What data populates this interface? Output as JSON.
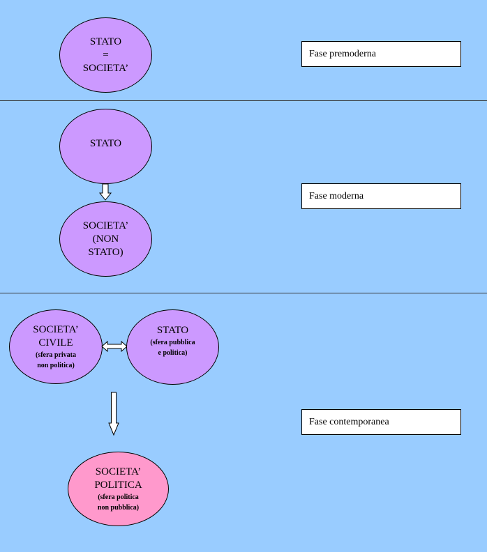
{
  "phase1": {
    "ellipse": {
      "line1": "STATO",
      "line2": "=",
      "line3": "SOCIETA’"
    },
    "label": "Fase premoderna"
  },
  "phase2": {
    "ellipse_top": {
      "line1": "STATO"
    },
    "ellipse_bottom": {
      "line1": "SOCIETA’",
      "line2": "(NON",
      "line3": "STATO)"
    },
    "label": "Fase moderna"
  },
  "phase3": {
    "civile": {
      "line1": "SOCIETA’",
      "line2": "CIVILE",
      "sub1": "(sfera privata",
      "sub2": "non politica)"
    },
    "stato": {
      "line1": "STATO",
      "sub1": "(sfera pubblica",
      "sub2": "e politica)"
    },
    "politica": {
      "line1": "SOCIETA’",
      "line2": "POLITICA",
      "sub1": "(sfera politica",
      "sub2": "non pubblica)"
    },
    "label": "Fase contemporanea"
  },
  "colors": {
    "background": "#99ccff",
    "ellipse_purple": "#cc99ff",
    "ellipse_pink": "#ff99cc"
  }
}
